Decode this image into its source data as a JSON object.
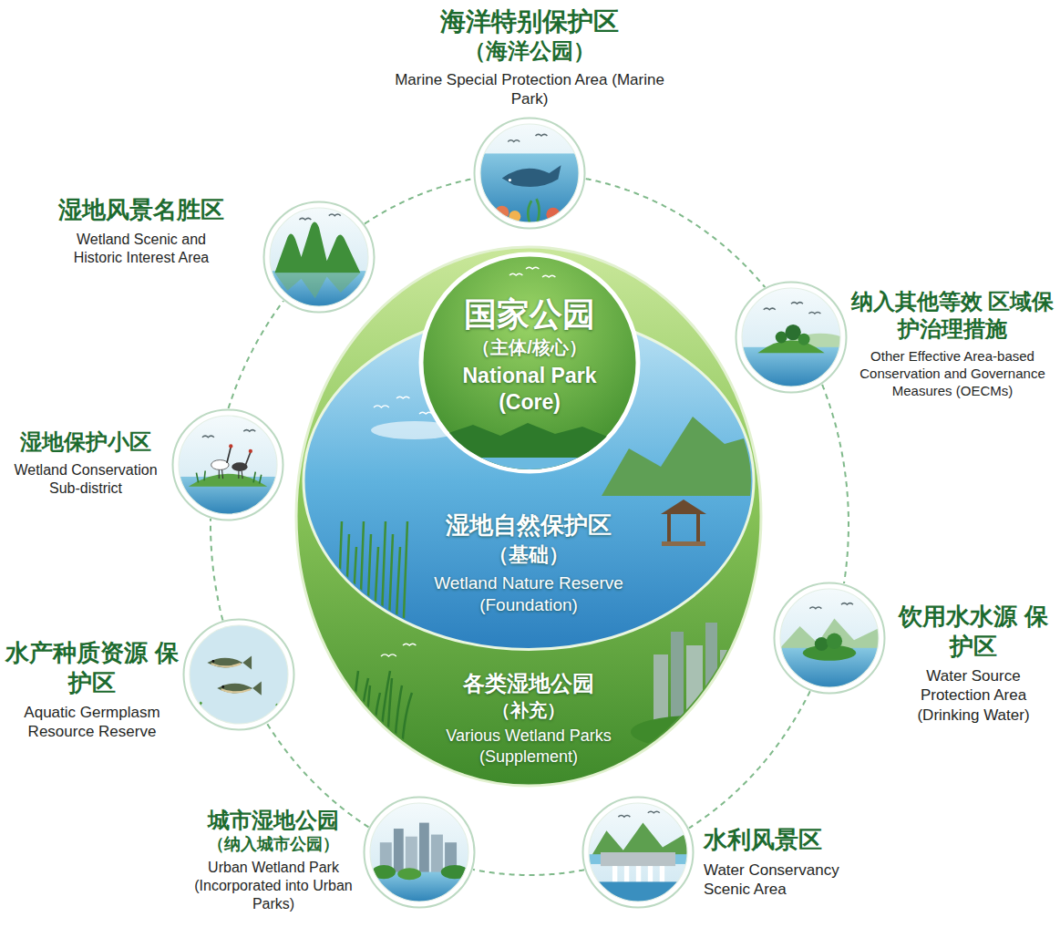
{
  "diagram": {
    "nodes": [
      {
        "text": [
          "各类湿地公园",
          "（补充）",
          "Various Wetland Parks (Supplement)"
        ]
      },
      {
        "text": [
          "湿地自然保护区",
          "（基础）",
          "Wetland Nature Reserve (Foundation)"
        ],
        "in": 0
      },
      {
        "text": [
          "国家公园",
          "（主体/核心）",
          "National Park (Core)"
        ],
        "in": 1
      },
      {
        "text": [
          "海洋特别保护区",
          "（海洋公园）",
          "Marine Special Protection Area (Marine Park)"
        ]
      },
      {
        "text": [
          "纳入其他等效 区域保护治理措施",
          "Other Effective Area-based Conservation and Governance Measures (OECMs)"
        ]
      },
      {
        "text": [
          "饮用水水源 保护区",
          "Water Source Protection Area (Drinking Water)"
        ]
      },
      {
        "text": [
          "水利风景区",
          "Water Conservancy Scenic Area"
        ]
      },
      {
        "text": [
          "城市湿地公园",
          "（纳入城市公园）",
          "Urban Wetland Park (Incorporated into Urban Parks)"
        ]
      },
      {
        "text": [
          "水产种质资源 保护区",
          "Aquatic Germplasm Resource Reserve"
        ]
      },
      {
        "text": [
          "湿地保护小区",
          "Wetland Conservation Sub-district"
        ]
      },
      {
        "text": [
          "湿地风景名胜区",
          "Wetland Scenic and Historic Interest Area"
        ]
      }
    ],
    "edges": [
      {
        "from": 3,
        "to": 4,
        "arrow": "none"
      },
      {
        "from": 4,
        "to": 5,
        "arrow": "none"
      },
      {
        "from": 5,
        "to": 6,
        "arrow": "none"
      },
      {
        "from": 6,
        "to": 7,
        "arrow": "none"
      },
      {
        "from": 7,
        "to": 8,
        "arrow": "none"
      },
      {
        "from": 8,
        "to": 9,
        "arrow": "none"
      },
      {
        "from": 9,
        "to": 10,
        "arrow": "none"
      },
      {
        "from": 10,
        "to": 3,
        "arrow": "none"
      }
    ]
  }
}
